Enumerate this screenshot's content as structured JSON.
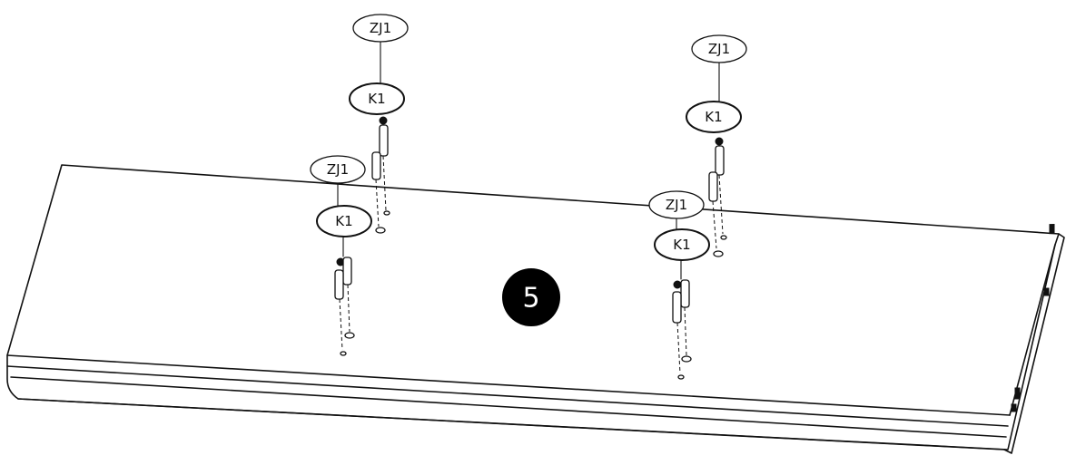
{
  "step": {
    "number": "5"
  },
  "assemblies": [
    {
      "top_label": "ZJ1",
      "bottom_label": "K1"
    },
    {
      "top_label": "ZJ1",
      "bottom_label": "K1"
    },
    {
      "top_label": "ZJ1",
      "bottom_label": "K1"
    },
    {
      "top_label": "ZJ1",
      "bottom_label": "K1"
    }
  ],
  "colors": {
    "line": "#111111",
    "step_badge": "#000000",
    "background": "#ffffff"
  }
}
